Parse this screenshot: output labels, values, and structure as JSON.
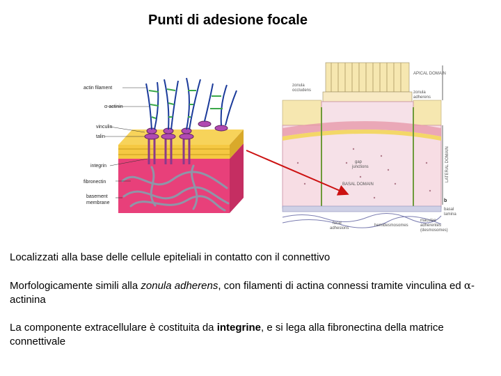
{
  "slide": {
    "title": "Punti di adesione focale"
  },
  "figure_left": {
    "labels": [
      "actin filament",
      "α-actinin",
      "vinculin",
      "talin",
      "integrin",
      "fibronectin",
      "basement",
      "membrane"
    ]
  },
  "figure_right": {
    "labels": {
      "apical_domain": "APICAL DOMAIN",
      "zonula_occludens_1": "zonula",
      "zonula_occludens_2": "occludens",
      "zonula_adherens_1": "zonula",
      "zonula_adherens_2": "adherens",
      "gap_1": "gap",
      "gap_2": "junctions",
      "basal_domain": "BASAL DOMAIN",
      "lateral_domain": "LATERAL DOMAIN",
      "panel_letter": "b",
      "basal_lamina_1": "basal",
      "basal_lamina_2": "lamina",
      "focal_1": "focal",
      "focal_2": "adhesions",
      "hemidesmosomes": "hemidesmosomes",
      "maculae_1": "maculae",
      "maculae_2": "adherentes",
      "maculae_3": "(desmosomes)"
    }
  },
  "text": {
    "p1": "Localizzati alla base delle cellule epiteliali in contatto con il connettivo",
    "p2_a": "Morfologicamente simili alla ",
    "p2_em": "zonula adherens",
    "p2_b": ", con filamenti di actina connessi tramite vinculina ed ",
    "p2_alpha": "α",
    "p2_c": "-actinina",
    "p3_a": "La componente extracellulare è costituita da ",
    "p3_strong": "integrine",
    "p3_b": ", e si lega alla fibronectina della matrice connettivale"
  },
  "colors": {
    "arrow": "#cc1111",
    "membrane_yellow": "#f5c842",
    "matrix_pink": "#e8407a",
    "plaque_purple": "#8a3a8a"
  }
}
